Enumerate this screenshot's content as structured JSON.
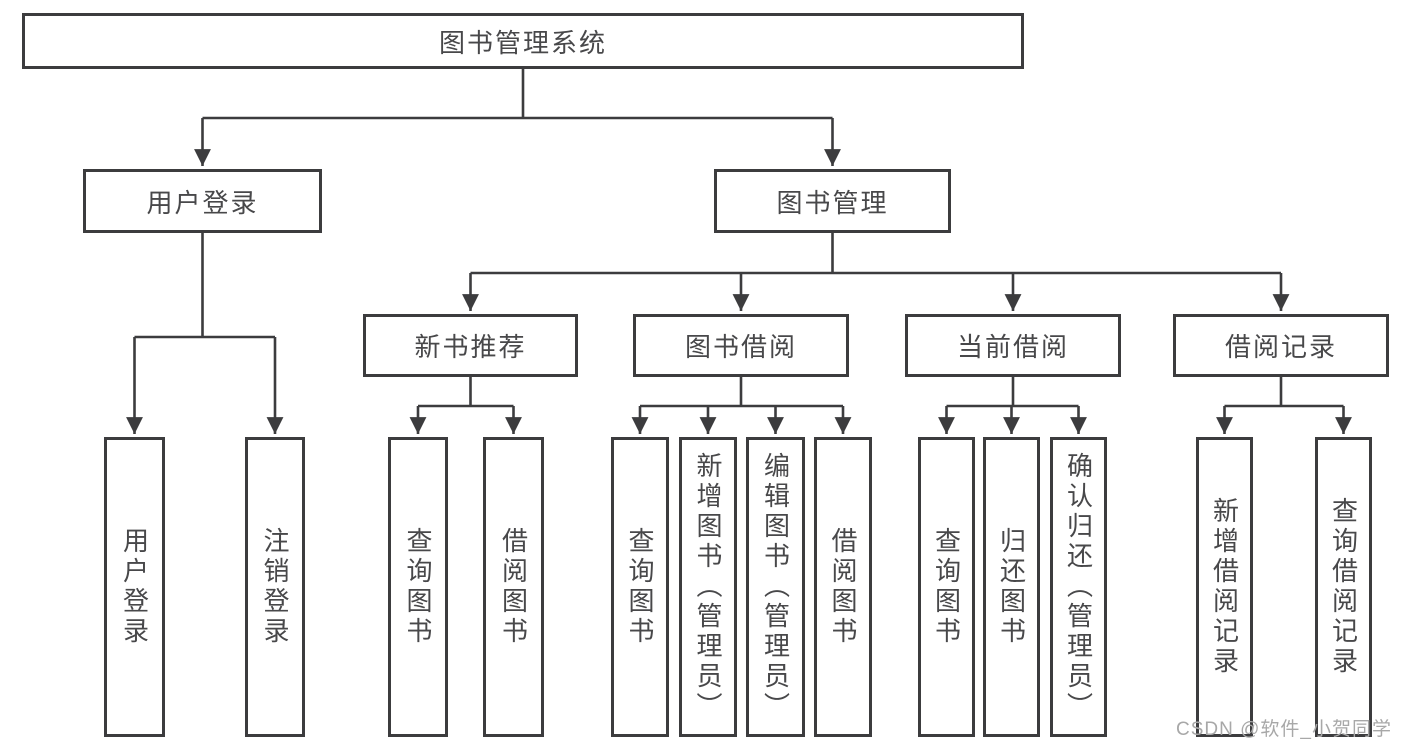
{
  "diagram": {
    "root": "图书管理系统",
    "children": [
      {
        "label": "用户登录",
        "children": [
          {
            "label": "用户登录"
          },
          {
            "label": "注销登录"
          }
        ]
      },
      {
        "label": "图书管理",
        "children": [
          {
            "label": "新书推荐",
            "children": [
              {
                "label": "查询图书"
              },
              {
                "label": "借阅图书"
              }
            ]
          },
          {
            "label": "图书借阅",
            "children": [
              {
                "label": "查询图书"
              },
              {
                "label": "新增图书（管理员）"
              },
              {
                "label": "编辑图书（管理员）"
              },
              {
                "label": "借阅图书"
              }
            ]
          },
          {
            "label": "当前借阅",
            "children": [
              {
                "label": "查询图书"
              },
              {
                "label": "归还图书"
              },
              {
                "label": "确认归还（管理员）"
              }
            ]
          },
          {
            "label": "借阅记录",
            "children": [
              {
                "label": "新增借阅记录"
              },
              {
                "label": "查询借阅记录"
              }
            ]
          }
        ]
      }
    ]
  },
  "watermark": "CSDN @软件_小贺同学",
  "colors": {
    "line": "#3c3c3e",
    "text": "#48484a",
    "watermark": "#a8a8a8",
    "background": "#ffffff"
  }
}
